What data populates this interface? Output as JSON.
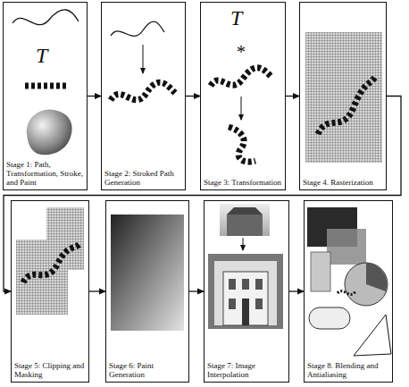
{
  "diagram": {
    "nodes": [
      {
        "text": [
          "Stage 1: Path, Transformation, Stroke, and Paint"
        ]
      },
      {
        "text": [
          "Stage 2: Stroked Path Generation"
        ]
      },
      {
        "text": [
          "Stage 3: Transformation"
        ]
      },
      {
        "text": [
          "Stage 4. Rasterization"
        ]
      },
      {
        "text": [
          "Stage 5: Clipping and Masking"
        ]
      },
      {
        "text": [
          "Stage 6: Paint Generation"
        ]
      },
      {
        "text": [
          "Stage 7: Image Interpolation"
        ]
      },
      {
        "text": [
          "Stage 8. Blending and Antialiasing"
        ]
      }
    ],
    "edges": [
      {
        "from": 0,
        "to": 1,
        "arrow": "to"
      },
      {
        "from": 1,
        "to": 2,
        "arrow": "to"
      },
      {
        "from": 2,
        "to": 3,
        "arrow": "to"
      },
      {
        "from": 3,
        "to": 4,
        "arrow": "to"
      },
      {
        "from": 4,
        "to": 5,
        "arrow": "to"
      },
      {
        "from": 5,
        "to": 6,
        "arrow": "to"
      },
      {
        "from": 6,
        "to": 7,
        "arrow": "to"
      }
    ],
    "labels": [
      "T",
      "T",
      "*"
    ]
  }
}
